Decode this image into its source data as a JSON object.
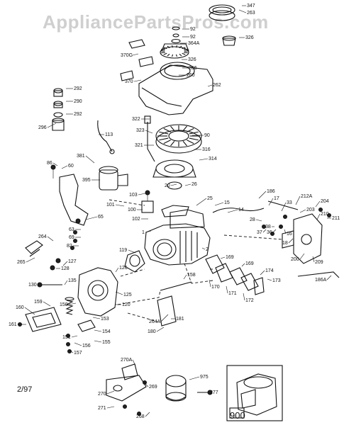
{
  "watermark": "AppliancePartsPros.com",
  "date_code": "2/97",
  "inset_label": "900",
  "parts": [
    {
      "id": "347"
    },
    {
      "id": "263"
    },
    {
      "id": "326"
    },
    {
      "id": "92"
    },
    {
      "id": "92"
    },
    {
      "id": "364A"
    },
    {
      "id": "326"
    },
    {
      "id": "286"
    },
    {
      "id": "260"
    },
    {
      "id": "370G"
    },
    {
      "id": "370"
    },
    {
      "id": "262"
    },
    {
      "id": "292"
    },
    {
      "id": "290"
    },
    {
      "id": "292"
    },
    {
      "id": "296"
    },
    {
      "id": "113"
    },
    {
      "id": "322"
    },
    {
      "id": "323"
    },
    {
      "id": "90"
    },
    {
      "id": "321"
    },
    {
      "id": "316"
    },
    {
      "id": "314"
    },
    {
      "id": "20"
    },
    {
      "id": "26"
    },
    {
      "id": "381"
    },
    {
      "id": "395"
    },
    {
      "id": "86"
    },
    {
      "id": "60"
    },
    {
      "id": "103"
    },
    {
      "id": "101"
    },
    {
      "id": "100"
    },
    {
      "id": "102"
    },
    {
      "id": "25"
    },
    {
      "id": "15"
    },
    {
      "id": "14"
    },
    {
      "id": "186"
    },
    {
      "id": "17"
    },
    {
      "id": "33"
    },
    {
      "id": "212A"
    },
    {
      "id": "204"
    },
    {
      "id": "203"
    },
    {
      "id": "210"
    },
    {
      "id": "211"
    },
    {
      "id": "65"
    },
    {
      "id": "63"
    },
    {
      "id": "69"
    },
    {
      "id": "82"
    },
    {
      "id": "264"
    },
    {
      "id": "1"
    },
    {
      "id": "119"
    },
    {
      "id": "28"
    },
    {
      "id": "37"
    },
    {
      "id": "36"
    },
    {
      "id": "38"
    },
    {
      "id": "18"
    },
    {
      "id": "16"
    },
    {
      "id": "200"
    },
    {
      "id": "209"
    },
    {
      "id": "265"
    },
    {
      "id": "127"
    },
    {
      "id": "128"
    },
    {
      "id": "126"
    },
    {
      "id": "130"
    },
    {
      "id": "135"
    },
    {
      "id": "125"
    },
    {
      "id": "120"
    },
    {
      "id": "2"
    },
    {
      "id": "169"
    },
    {
      "id": "169"
    },
    {
      "id": "158"
    },
    {
      "id": "170"
    },
    {
      "id": "171"
    },
    {
      "id": "172"
    },
    {
      "id": "174"
    },
    {
      "id": "173"
    },
    {
      "id": "186A"
    },
    {
      "id": "160"
    },
    {
      "id": "159"
    },
    {
      "id": "150"
    },
    {
      "id": "161"
    },
    {
      "id": "153"
    },
    {
      "id": "154"
    },
    {
      "id": "151"
    },
    {
      "id": "155"
    },
    {
      "id": "156"
    },
    {
      "id": "157"
    },
    {
      "id": "264A"
    },
    {
      "id": "180"
    },
    {
      "id": "181"
    },
    {
      "id": "270A"
    },
    {
      "id": "269"
    },
    {
      "id": "270"
    },
    {
      "id": "271"
    },
    {
      "id": "268"
    },
    {
      "id": "975"
    },
    {
      "id": "277"
    }
  ]
}
